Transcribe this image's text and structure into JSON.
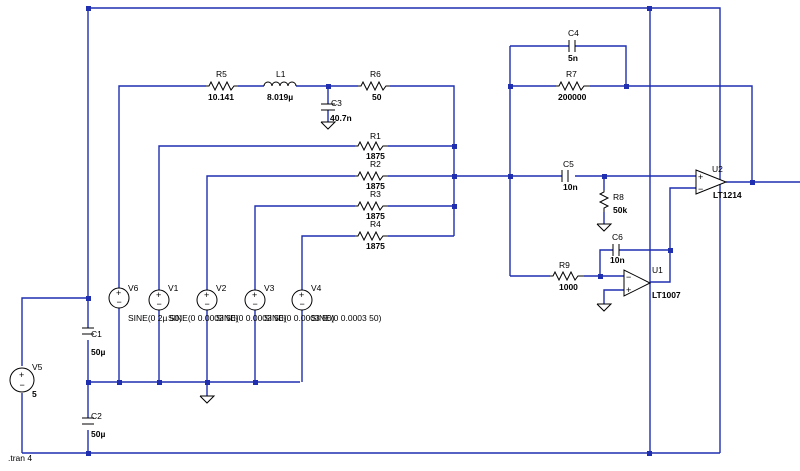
{
  "components": {
    "R5": {
      "ref": "R5",
      "value": "10.141"
    },
    "L1": {
      "ref": "L1",
      "value": "8.019µ"
    },
    "R6": {
      "ref": "R6",
      "value": "50"
    },
    "C3": {
      "ref": "C3",
      "value": "40.7n"
    },
    "R1": {
      "ref": "R1",
      "value": "1875"
    },
    "R2": {
      "ref": "R2",
      "value": "1875"
    },
    "R3": {
      "ref": "R3",
      "value": "1875"
    },
    "R4": {
      "ref": "R4",
      "value": "1875"
    },
    "C4": {
      "ref": "C4",
      "value": "5n"
    },
    "R7": {
      "ref": "R7",
      "value": "200000"
    },
    "C5": {
      "ref": "C5",
      "value": "10n"
    },
    "R8": {
      "ref": "R8",
      "value": "50k"
    },
    "C6": {
      "ref": "C6",
      "value": "10n"
    },
    "R9": {
      "ref": "R9",
      "value": "1000"
    },
    "U1": {
      "ref": "U1",
      "value": "LT1007"
    },
    "U2": {
      "ref": "U2",
      "value": "LT1214"
    },
    "V1": {
      "ref": "V1"
    },
    "V2": {
      "ref": "V2"
    },
    "V3": {
      "ref": "V3"
    },
    "V4": {
      "ref": "V4"
    },
    "V5": {
      "ref": "V5",
      "value": "5"
    },
    "V6": {
      "ref": "V6"
    },
    "C1": {
      "ref": "C1",
      "value": "50µ"
    },
    "C2": {
      "ref": "C2",
      "value": "50µ"
    }
  },
  "source_labels": {
    "v6": "SINE(0 2µ 50)",
    "v1": "SINE(0 0.0003 50)",
    "v2": "SINE(0 0.0003 50)",
    "v3": "SINE(0 0.0003 50)",
    "v4": "SINE(0 0.0003 50)"
  },
  "directive": ".tran 4",
  "colors": {
    "wire": "#1f2fb0",
    "component": "#000000",
    "background": "#ffffff"
  }
}
